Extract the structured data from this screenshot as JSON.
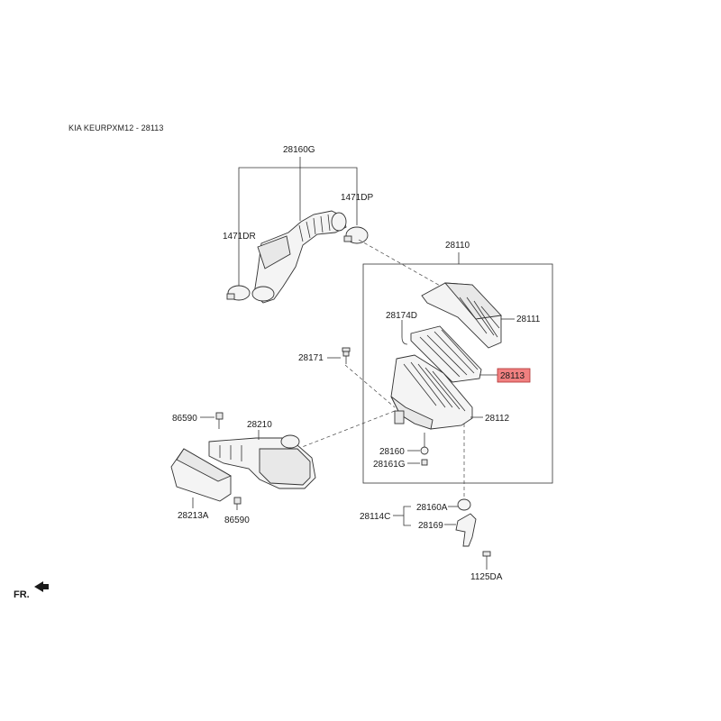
{
  "caption": "KIA KEURPXM12 - 28113",
  "highlight_color": "#f08080",
  "labels": {
    "p28160G": "28160G",
    "p1471DP": "1471DP",
    "p1471DR": "1471DR",
    "p28110": "28110",
    "p28111": "28111",
    "p28174D": "28174D",
    "p28171": "28171",
    "p28113": "28113",
    "p28112": "28112",
    "p86590a": "86590",
    "p28210": "28210",
    "p28160": "28160",
    "p28161G": "28161G",
    "p28213A": "28213A",
    "p86590b": "86590",
    "p28160A": "28160A",
    "p28114C": "28114C",
    "p28169": "28169",
    "p1125DA": "1125DA"
  },
  "fr_label": "FR."
}
